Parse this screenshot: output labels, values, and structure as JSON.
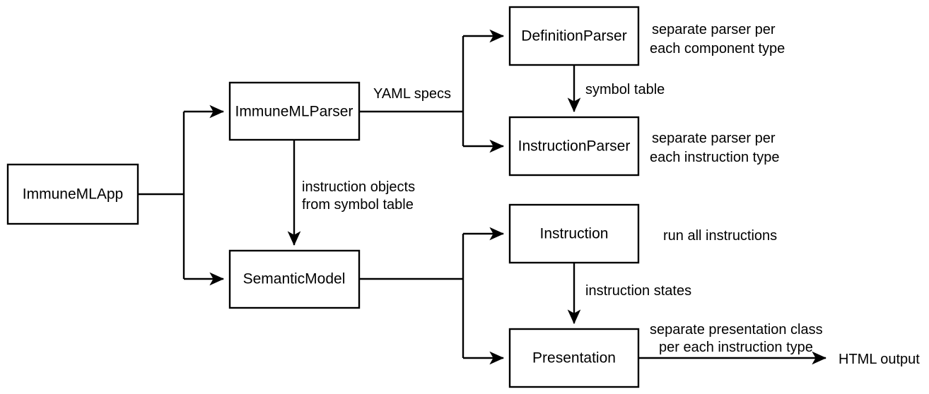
{
  "diagram": {
    "title": "immuneML architecture flow",
    "colors": {
      "background": "#ffffff",
      "stroke": "#000000",
      "node_fill": "#ffffff",
      "text": "#000000"
    },
    "nodes": [
      {
        "id": "immunemlapp",
        "label": "ImmuneMLApp"
      },
      {
        "id": "immunemlparser",
        "label": "ImmuneMLParser"
      },
      {
        "id": "semanticmodel",
        "label": "SemanticModel"
      },
      {
        "id": "definitionparser",
        "label": "DefinitionParser"
      },
      {
        "id": "instructionparser",
        "label": "InstructionParser"
      },
      {
        "id": "instruction",
        "label": "Instruction"
      },
      {
        "id": "presentation",
        "label": "Presentation"
      }
    ],
    "edge_labels": {
      "yaml_specs": "YAML specs",
      "symbol_table": "symbol table",
      "instruction_objects_line1": "instruction objects",
      "instruction_objects_line2": "from symbol table",
      "instruction_states": "instruction states",
      "html_output": "HTML output"
    },
    "notes": {
      "definition_parser_line1": "separate parser per",
      "definition_parser_line2": "each component type",
      "instruction_parser_line1": "separate parser per",
      "instruction_parser_line2": "each instruction type",
      "instruction_line1": "run all instructions",
      "presentation_line1": "separate presentation class",
      "presentation_line2": "per each instruction type"
    }
  }
}
